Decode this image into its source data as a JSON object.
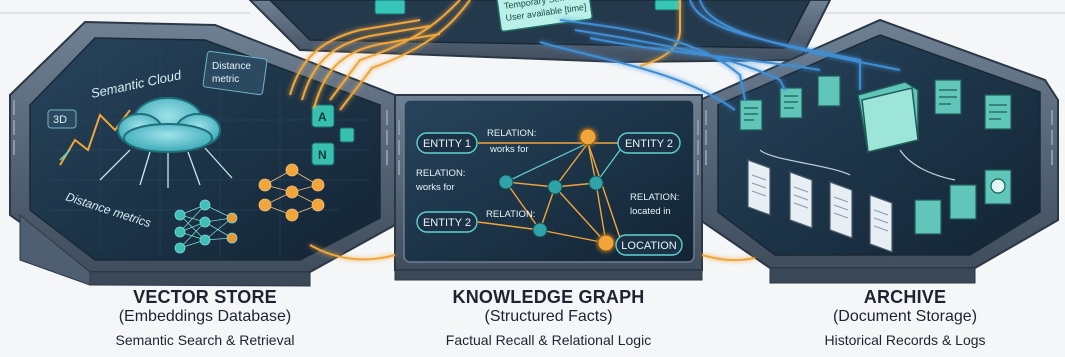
{
  "sections": {
    "vector": {
      "title": "VECTOR STORE",
      "subtitle": "(Embeddings Database)",
      "description": "Semantic Search & Retrieval",
      "labels": {
        "semantic_cloud": "Semantic Cloud",
        "badge_3d": "3D",
        "distance_metric_line1": "Distance",
        "distance_metric_line2": "metric",
        "distance_metrics": "Distance metrics",
        "key_a": "A",
        "key_n": "N"
      }
    },
    "graph": {
      "title": "KNOWLEDGE GRAPH",
      "subtitle": "(Structured Facts)",
      "description": "Factual Recall & Relational Logic",
      "labels": {
        "entity1": "ENTITY 1",
        "entity2_top": "ENTITY 2",
        "entity2_bottom": "ENTITY 2",
        "location": "LOCATION",
        "relation_works_for_a1": "RELATION:",
        "relation_works_for_a2": "works for",
        "relation_works_for_b1": "RELATION:",
        "relation_works_for_b2": "works for",
        "relation_mid": "RELATION:",
        "relation_located1": "RELATION:",
        "relation_located2": "located in"
      }
    },
    "archive": {
      "title": "ARCHIVE",
      "subtitle": "(Document Storage)",
      "description": "Historical Records & Logs"
    },
    "top_panel": {
      "line1": "Temporary St...",
      "line2": "User available [time]"
    }
  },
  "colors": {
    "frame": "#4a5a6c",
    "frame_light": "#6d7d8f",
    "screen": "#1d2f42",
    "teal": "#2fa3a8",
    "orange": "#f0a63a",
    "blue": "#3f8fd6",
    "doc": "#e7eef4"
  }
}
